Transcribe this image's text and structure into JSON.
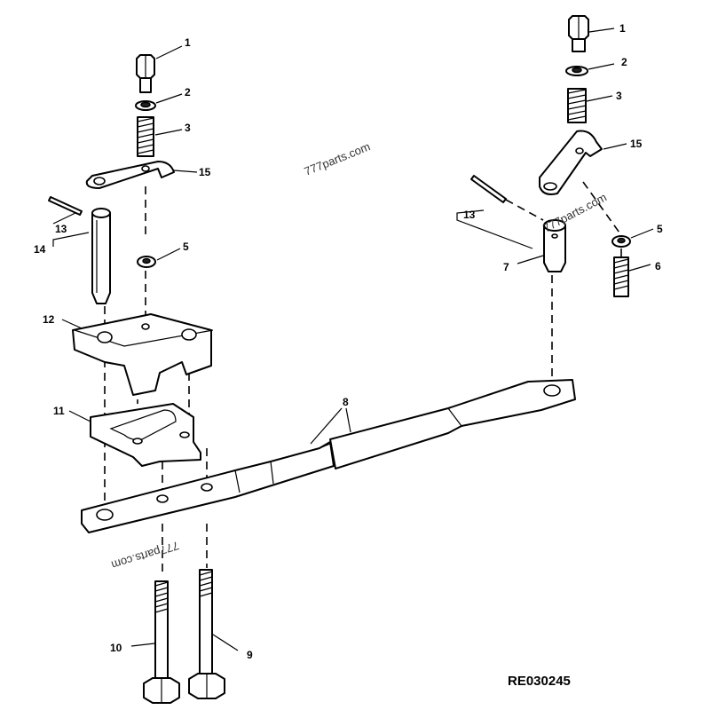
{
  "diagram": {
    "reference_code": "RE030245",
    "watermarks": [
      "777parts.com",
      "777parts.com",
      "777parts.com"
    ],
    "callouts": {
      "left_1": "1",
      "left_2": "2",
      "left_3": "3",
      "left_15": "15",
      "left_13": "13",
      "left_14": "14",
      "left_5": "5",
      "left_12": "12",
      "left_11": "11",
      "center_8": "8",
      "bottom_10": "10",
      "bottom_9": "9",
      "right_1": "1",
      "right_2": "2",
      "right_3": "3",
      "right_15": "15",
      "right_13": "13",
      "right_7": "7",
      "right_5": "5",
      "right_6": "6"
    }
  }
}
